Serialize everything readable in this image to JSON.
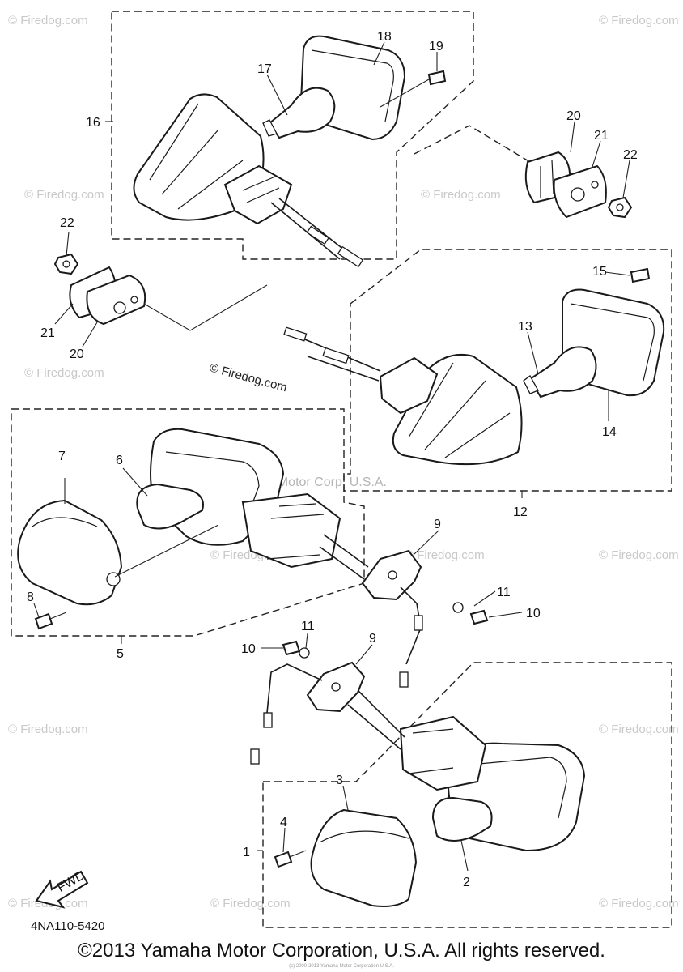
{
  "diagram": {
    "part_labels": [
      "1",
      "2",
      "3",
      "4",
      "5",
      "6",
      "7",
      "8",
      "9",
      "9",
      "10",
      "10",
      "11",
      "11",
      "12",
      "13",
      "14",
      "15",
      "16",
      "17",
      "18",
      "19",
      "20",
      "20",
      "21",
      "21",
      "22",
      "22"
    ],
    "watermark_text": "© Firedog.com",
    "center_watermark": "Yamaha Motor Corp. U.S.A.",
    "firedog_stamp": "© Firedog.com",
    "fwd_label": "FWD",
    "diagram_code": "4NA110-5420",
    "copyright": "©2013 Yamaha Motor Corporation, U.S.A. All rights reserved.",
    "tiny_credit": "(c) 2000-2013 Yamaha Motor Corporation U.S.A."
  }
}
